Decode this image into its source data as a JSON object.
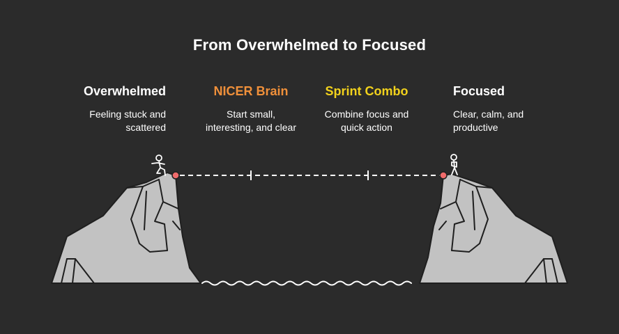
{
  "title": "From Overwhelmed to Focused",
  "colors": {
    "background": "#2b2b2b",
    "rock": "#c2c2c2",
    "line": "#1f1f1f",
    "stage1": "#ffffff",
    "stage2": "#f0903a",
    "stage3": "#f2d21c",
    "stage4": "#ffffff",
    "marker": "#f06b6b",
    "path": "#ffffff"
  },
  "stages": [
    {
      "name": "Overwhelmed",
      "desc_line1": "Feeling stuck and",
      "desc_line2": "scattered"
    },
    {
      "name": "NICER Brain",
      "desc_line1": "Start small,",
      "desc_line2": "interesting, and clear"
    },
    {
      "name": "Sprint Combo",
      "desc_line1": "Combine focus and",
      "desc_line2": "quick action"
    },
    {
      "name": "Focused",
      "desc_line1": "Clear, calm, and",
      "desc_line2": "productive"
    }
  ],
  "icons": {
    "start_figure": "climbing-person-icon",
    "end_figure": "standing-person-icon",
    "start_marker": "start-point-icon",
    "end_marker": "end-point-icon",
    "water": "water-wave-icon"
  }
}
